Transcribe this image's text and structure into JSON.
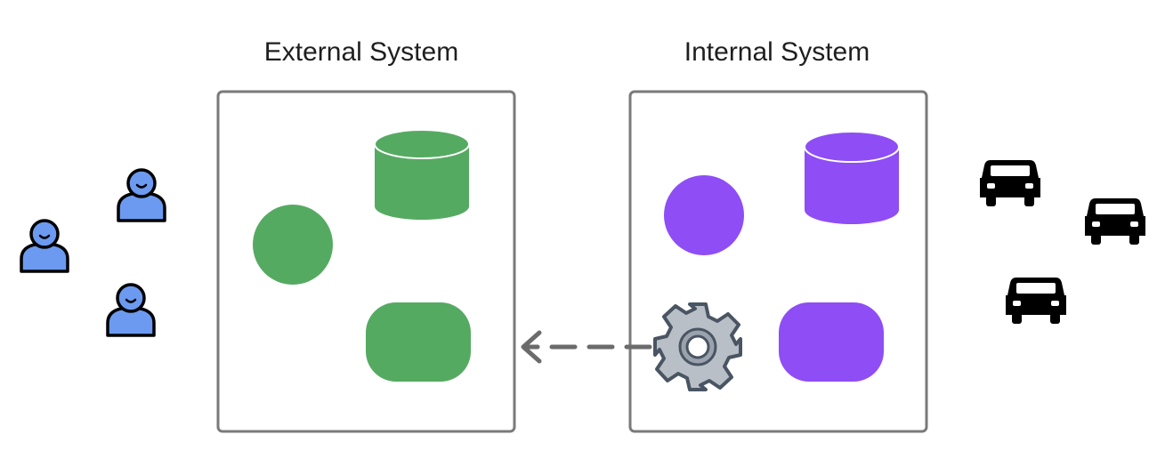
{
  "systems": {
    "external": {
      "title": "External System",
      "color": "#55aa62",
      "components": [
        "database-icon",
        "circle-node",
        "rounded-rect-node"
      ]
    },
    "internal": {
      "title": "Internal System",
      "color": "#8e4df5",
      "components": [
        "database-icon",
        "circle-node",
        "rounded-rect-node",
        "gear-icon"
      ]
    }
  },
  "actors": {
    "users": {
      "icon": "user-icon",
      "count": 3,
      "color": "#6b9af0"
    },
    "cars": {
      "icon": "car-icon",
      "count": 3,
      "color": "#000000"
    }
  },
  "connector": {
    "style": "dashed-arrow",
    "from": "gear-icon",
    "to": "External System",
    "color": "#6b6b6b"
  },
  "colors": {
    "border": "#7a7a7a",
    "gear": "#b9bfc6",
    "gear_outline": "#4a5563"
  }
}
